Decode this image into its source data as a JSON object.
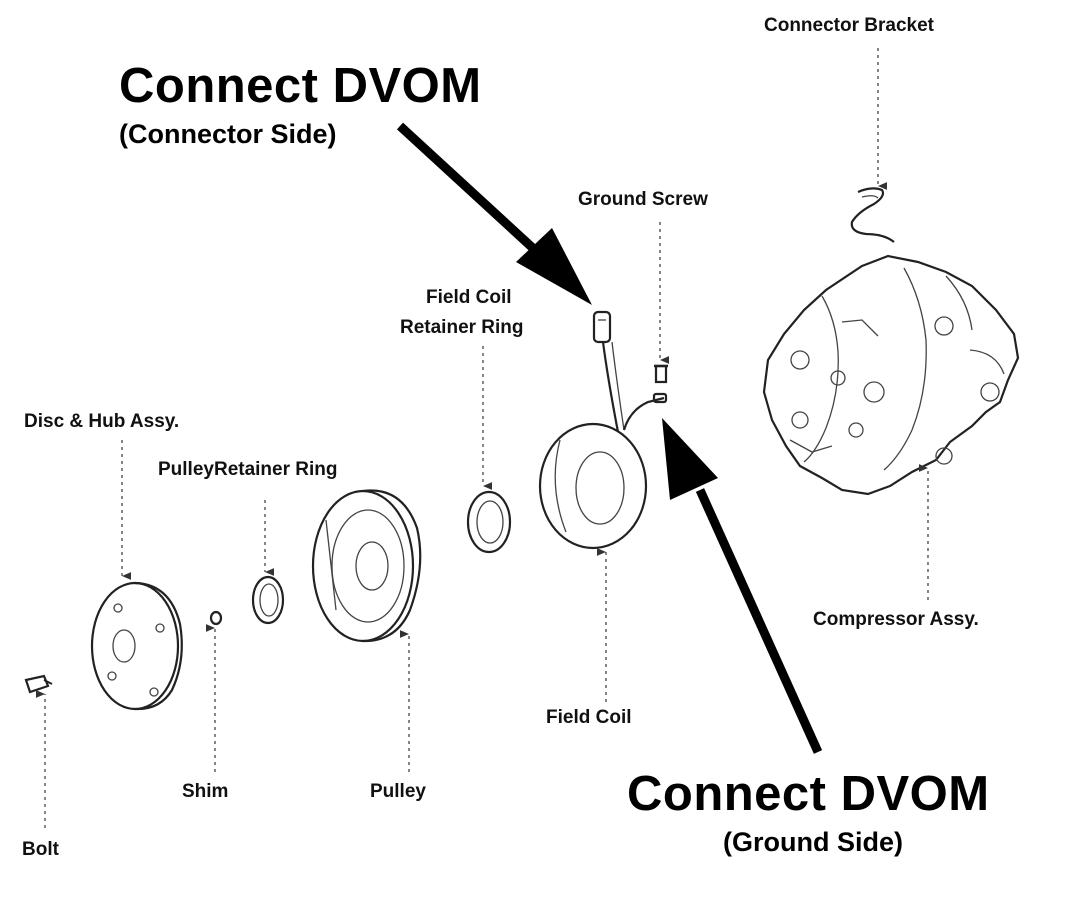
{
  "callouts": {
    "connector_side_title": "Connect DVOM",
    "connector_side_sub": "(Connector Side)",
    "ground_side_title": "Connect DVOM",
    "ground_side_sub": "(Ground Side)"
  },
  "labels": {
    "connector_bracket": "Connector Bracket",
    "ground_screw": "Ground Screw",
    "field_coil_retainer_line1": "Field Coil",
    "field_coil_retainer_line2": "Retainer Ring",
    "disc_hub": "Disc & Hub Assy.",
    "pulley_retainer": "PulleyRetainer Ring",
    "compressor": "Compressor Assy.",
    "field_coil": "Field Coil",
    "shim": "Shim",
    "pulley": "Pulley",
    "bolt": "Bolt"
  },
  "colors": {
    "ink": "#111111",
    "background": "#ffffff"
  }
}
